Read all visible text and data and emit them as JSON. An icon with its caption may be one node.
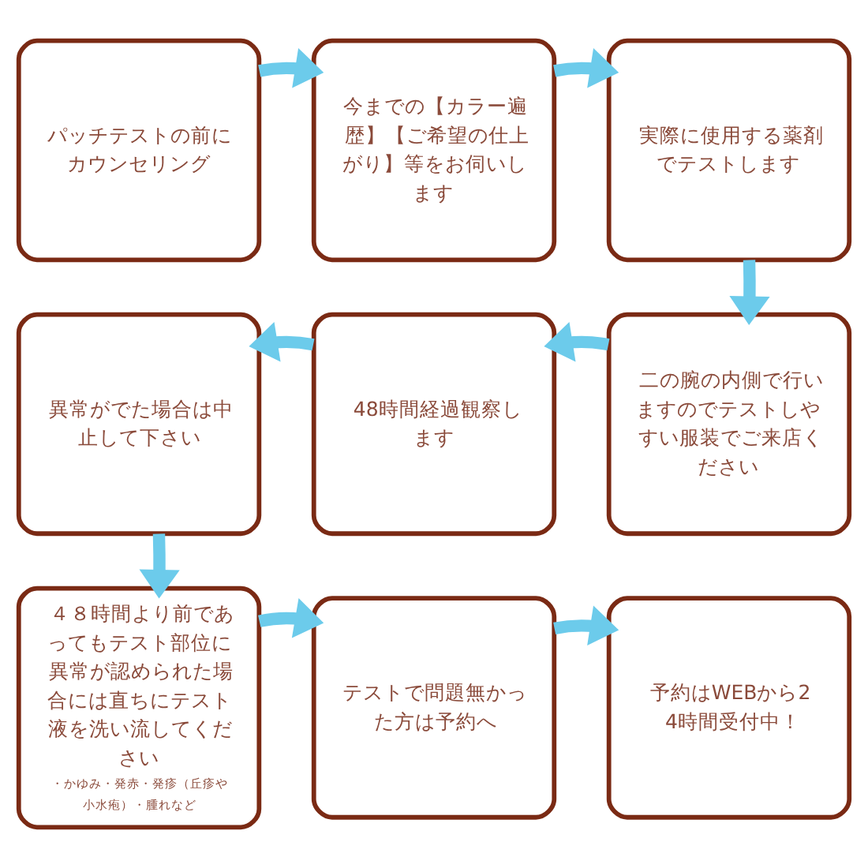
{
  "diagram": {
    "nodes": [
      {
        "text": [
          "パッチテストの前にカウンセリング"
        ]
      },
      {
        "text": [
          "今までの【カラー遍歴】【ご希望の仕上がり】等をお伺いします"
        ]
      },
      {
        "text": [
          "実際に使用する薬剤でテストします"
        ]
      },
      {
        "text": [
          "異常がでた場合は中止して下さい"
        ]
      },
      {
        "text": [
          "48時間経過観察します"
        ]
      },
      {
        "text": [
          "二の腕の内側で行いますのでテストしやすい服装でご来店ください"
        ]
      },
      {
        "text": [
          "４８時間より前であってもテスト部位に異常が認められた場合には直ちにテスト液を洗い流してください",
          "・かゆみ・発赤・発疹（丘疹や小水疱）・腫れなど"
        ]
      },
      {
        "text": [
          "テストで問題無かった方は予約へ"
        ]
      },
      {
        "text": [
          "予約はWEBから24時間受付中！"
        ]
      }
    ],
    "edges": [
      {
        "from": 0,
        "to": 1,
        "arrow": "to"
      },
      {
        "from": 1,
        "to": 2,
        "arrow": "to"
      },
      {
        "from": 2,
        "to": 5,
        "arrow": "to"
      },
      {
        "from": 5,
        "to": 4,
        "arrow": "to"
      },
      {
        "from": 4,
        "to": 3,
        "arrow": "to"
      },
      {
        "from": 3,
        "to": 6,
        "arrow": "to"
      },
      {
        "from": 6,
        "to": 7,
        "arrow": "to"
      },
      {
        "from": 7,
        "to": 8,
        "arrow": "to"
      }
    ]
  }
}
